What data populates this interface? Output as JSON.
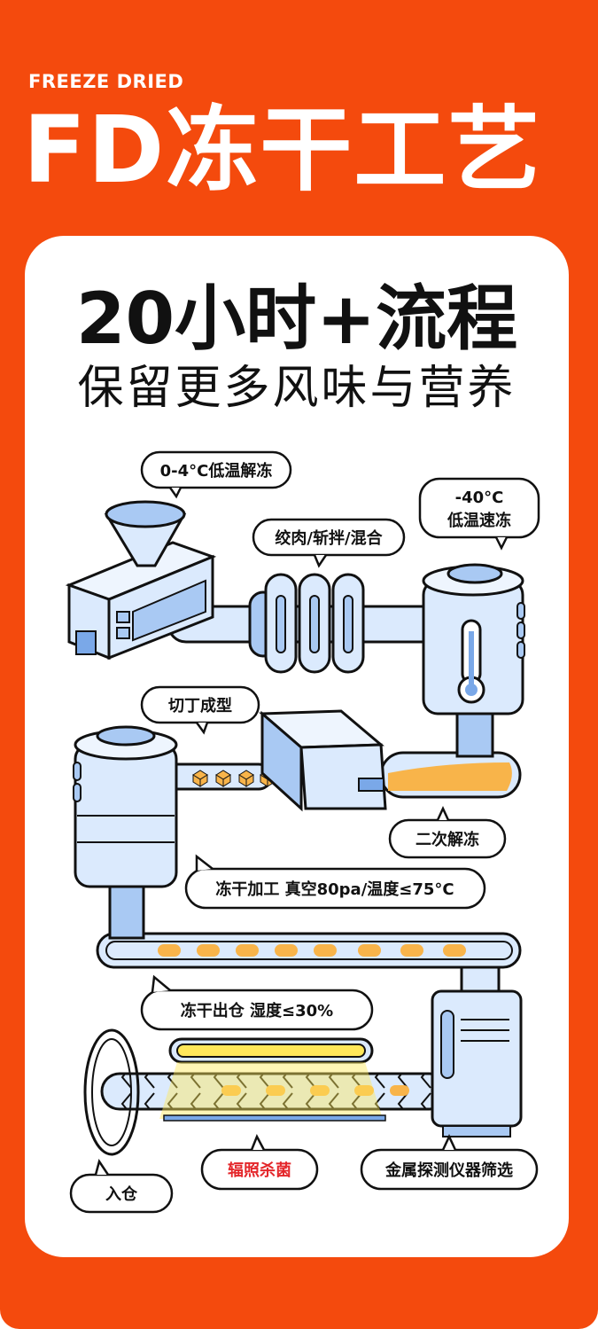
{
  "header": {
    "kicker": "FREEZE DRIED",
    "title": "FD冻干工艺"
  },
  "card": {
    "headline": "20小时+流程",
    "subheadline": "保留更多风味与营养"
  },
  "steps": {
    "thaw": "0-4°C低温解冻",
    "mince": "绞肉/斩拌/混合",
    "quickfreeze_temp": "-40°C",
    "quickfreeze_label": "低温速冻",
    "cut": "切丁成型",
    "second_thaw": "二次解冻",
    "freeze_dry": "冻干加工  真空80pa/温度≤75°C",
    "discharge": "冻干出仓  湿度≤30%",
    "storage": "入仓",
    "irradiation": "辐照杀菌",
    "metal_detect": "金属探测仪器筛选"
  },
  "colors": {
    "background": "#f44a0d",
    "card": "#ffffff",
    "machine_fill": "#dbeafd",
    "machine_accent": "#a9c9f3",
    "product": "#f8b44a",
    "highlight_label": "#e4272b",
    "uv_lamp": "#ffe85a"
  }
}
